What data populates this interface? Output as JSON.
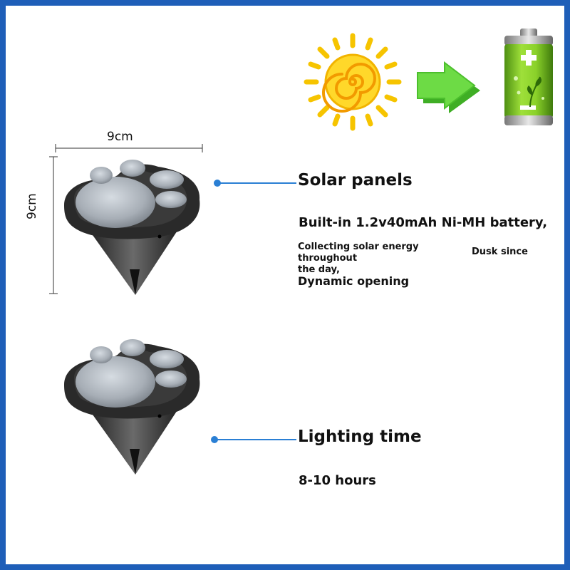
{
  "dimensions": {
    "width_label": "9cm",
    "height_label": "9cm"
  },
  "features": {
    "solar_heading": "Solar panels",
    "battery_line": "Built-in 1.2v40mAh Ni-MH battery,",
    "collecting_line_1": "Collecting solar energy throughout",
    "collecting_line_2": "the day,",
    "dusk_text": "Dusk since",
    "dynamic_line": "Dynamic opening",
    "lighting_heading": "Lighting time",
    "hours_line": "8-10 hours"
  },
  "icons": {
    "sun": "sun-icon",
    "arrow": "arrow-right-icon",
    "battery": "battery-icon"
  },
  "colors": {
    "frame": "#1e5eb8",
    "accent": "#2a7fd4",
    "sun": "#f6c400",
    "arrow": "#5fd23a",
    "battery": "#7cc422"
  }
}
